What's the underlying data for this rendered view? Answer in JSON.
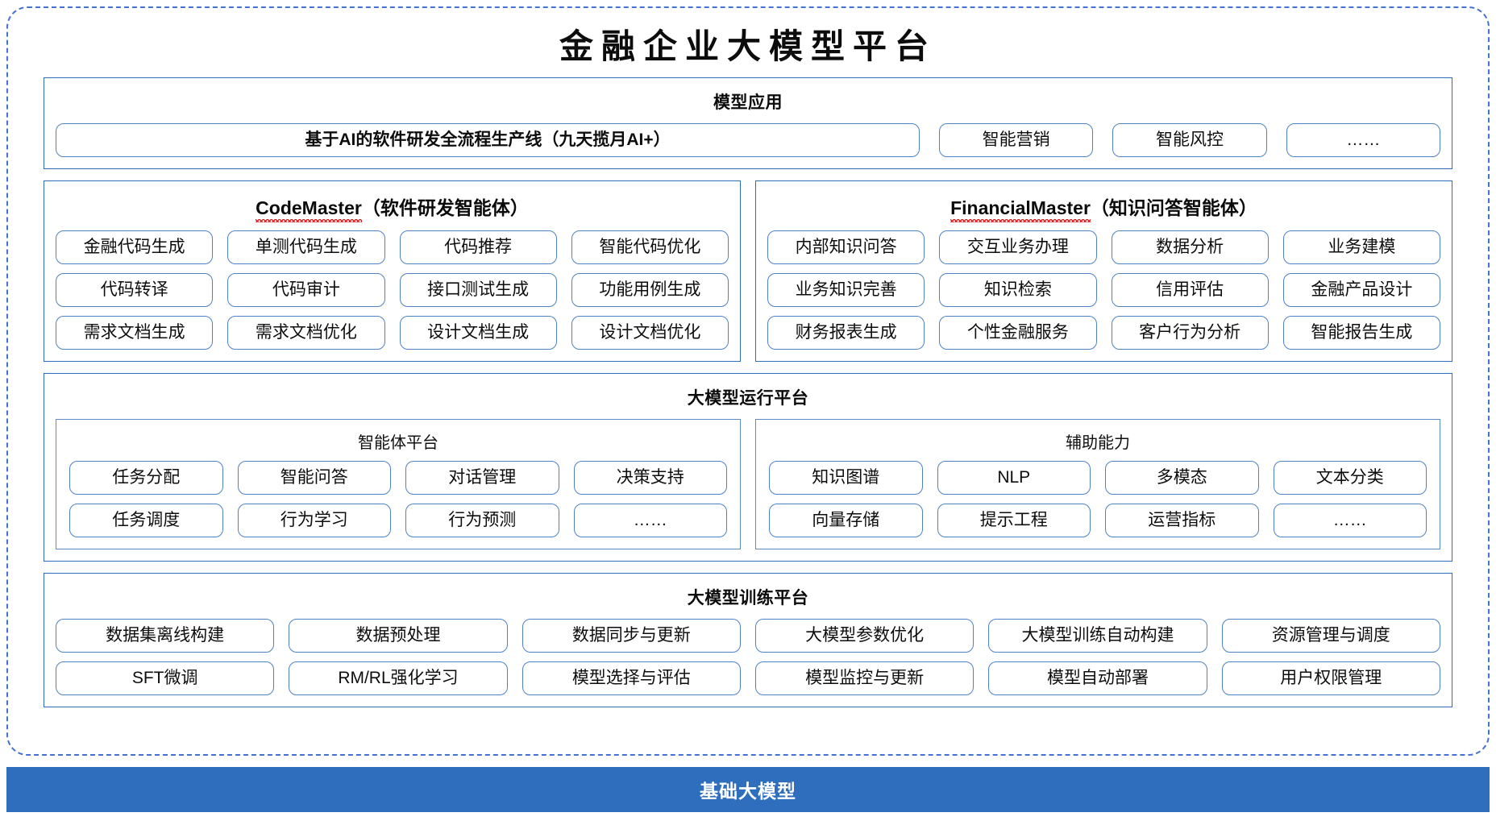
{
  "title": "金融企业大模型平台",
  "model_application": {
    "section_title": "模型应用",
    "primary_item": "基于AI的软件研发全流程生产线（九天揽月AI+）",
    "items": [
      "智能营销",
      "智能风控",
      "……"
    ]
  },
  "agents": [
    {
      "name_latin": "CodeMaster",
      "name_cn": "（软件研发智能体）",
      "rows": [
        [
          "金融代码生成",
          "单测代码生成",
          "代码推荐",
          "智能代码优化"
        ],
        [
          "代码转译",
          "代码审计",
          "接口测试生成",
          "功能用例生成"
        ],
        [
          "需求文档生成",
          "需求文档优化",
          "设计文档生成",
          "设计文档优化"
        ]
      ]
    },
    {
      "name_latin": "FinancialMaster",
      "name_cn": "（知识问答智能体）",
      "rows": [
        [
          "内部知识问答",
          "交互业务办理",
          "数据分析",
          "业务建模"
        ],
        [
          "业务知识完善",
          "知识检索",
          "信用评估",
          "金融产品设计"
        ],
        [
          "财务报表生成",
          "个性金融服务",
          "客户行为分析",
          "智能报告生成"
        ]
      ]
    }
  ],
  "runtime_platform": {
    "section_title": "大模型运行平台",
    "subpanels": [
      {
        "title": "智能体平台",
        "rows": [
          [
            "任务分配",
            "智能问答",
            "对话管理",
            "决策支持"
          ],
          [
            "任务调度",
            "行为学习",
            "行为预测",
            "……"
          ]
        ]
      },
      {
        "title": "辅助能力",
        "rows": [
          [
            "知识图谱",
            "NLP",
            "多模态",
            "文本分类"
          ],
          [
            "向量存储",
            "提示工程",
            "运营指标",
            "……"
          ]
        ]
      }
    ]
  },
  "training_platform": {
    "section_title": "大模型训练平台",
    "rows": [
      [
        "数据集离线构建",
        "数据预处理",
        "数据同步与更新",
        "大模型参数优化",
        "大模型训练自动构建",
        "资源管理与调度"
      ],
      [
        "SFT微调",
        "RM/RL强化学习",
        "模型选择与评估",
        "模型监控与更新",
        "模型自动部署",
        "用户权限管理"
      ]
    ]
  },
  "base_model": {
    "label": "基础大模型"
  },
  "colors": {
    "accent_blue": "#2e6ebc",
    "pill_border": "#4e82c8",
    "frame_dash": "#4472d0",
    "spellcheck_red": "#e02020"
  }
}
